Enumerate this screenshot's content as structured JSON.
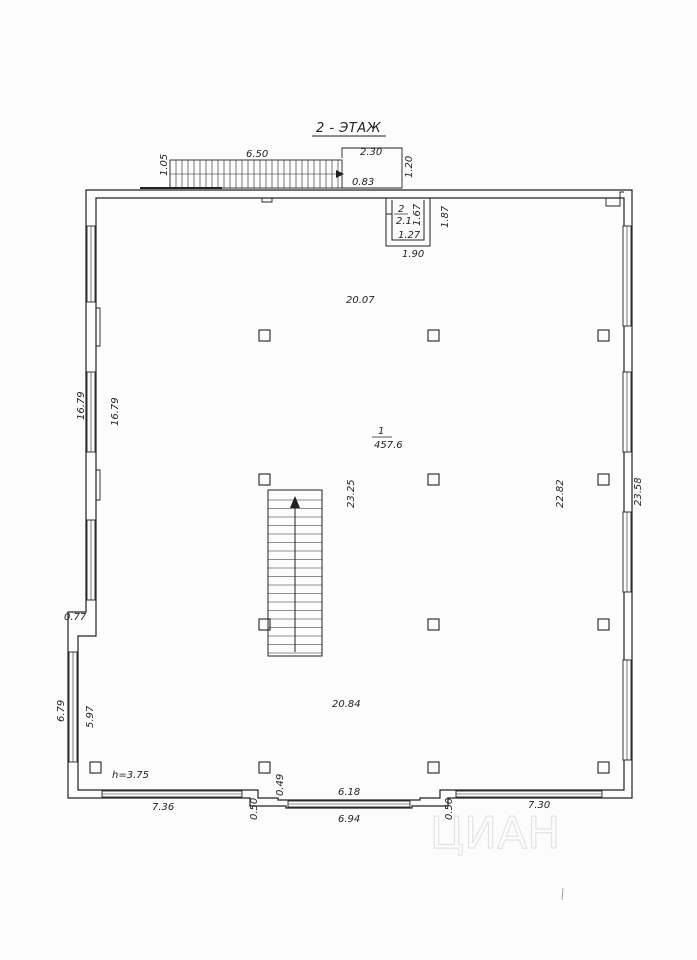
{
  "plan": {
    "title": "2 - ЭТАЖ",
    "room_main": {
      "number": "1",
      "area": "457.6"
    },
    "room_small": {
      "number": "2",
      "area": "2.1"
    },
    "height": "h=3.75",
    "watermark": "ЦИАН"
  },
  "dimensions": {
    "stair_len": "6.50",
    "stair_width": "1.05",
    "landing_width": "2.30",
    "landing_depth": "1.20",
    "landing_inner": "0.83",
    "small_room_side": "1.67",
    "small_room_bottom": "1.27",
    "small_room_outer": "1.90",
    "small_room_right": "1.87",
    "top_inner": "20.07",
    "left_upper_outer": "16.79",
    "left_upper_inner": "16.79",
    "center_vertical": "23.25",
    "right_inner": "22.82",
    "right_outer": "23.58",
    "notch": "0.77",
    "left_lower_outer": "6.79",
    "left_lower_inner": "5.97",
    "bottom_inner": "20.84",
    "bottom_left": "7.36",
    "bottom_mid_inner": "6.18",
    "bottom_mid_outer": "6.94",
    "bottom_right": "7.30",
    "pier_left_a": "0.50",
    "pier_left_b": "0.49",
    "pier_right": "0.50"
  }
}
